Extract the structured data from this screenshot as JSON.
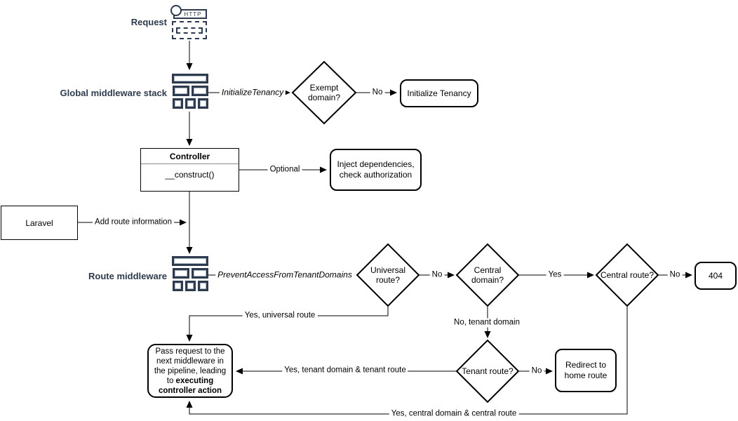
{
  "colors": {
    "accent_navy": "#2e3b4e",
    "stroke": "#000000",
    "background": "#ffffff",
    "uml_separator": "#8a8a8a"
  },
  "nodes": {
    "request": {
      "label": "Request"
    },
    "http_icon": {
      "text": "HTTP"
    },
    "global_middleware": {
      "label": "Global middleware stack"
    },
    "route_middleware": {
      "label": "Route middleware"
    },
    "exempt_domain": {
      "label": "Exempt domain?"
    },
    "initialize_tenancy": {
      "label": "Initialize Tenancy"
    },
    "controller": {
      "title": "Controller",
      "method": "__construct()"
    },
    "inject_dependencies": {
      "label": "Inject dependencies, check authorization"
    },
    "laravel": {
      "label": "Laravel"
    },
    "universal_route": {
      "label": "Universal route?"
    },
    "central_domain": {
      "label": "Central domain?"
    },
    "central_route": {
      "label": "Central route?"
    },
    "not_found": {
      "label": "404"
    },
    "tenant_route": {
      "label": "Tenant route?"
    },
    "redirect_home": {
      "label": "Redirect to home route"
    },
    "pass_request": {
      "label_normal": "Pass request to the next middleware in the pipeline, leading to ",
      "label_bold": "executing controller action"
    }
  },
  "edges": {
    "initialize_tenancy_middleware": "InitializeTenancy",
    "exempt_no": "No",
    "optional": "Optional",
    "add_route_info": "Add route information",
    "prevent_access_middleware": "PreventAccessFromTenantDomains",
    "universal_no": "No",
    "central_domain_yes": "Yes",
    "central_route_no": "No",
    "universal_yes": "Yes, universal route",
    "tenant_domain_no": "No, tenant domain",
    "tenant_no": "No",
    "tenant_yes": "Yes, tenant domain & tenant route",
    "central_yes": "Yes, central domain & central route"
  }
}
